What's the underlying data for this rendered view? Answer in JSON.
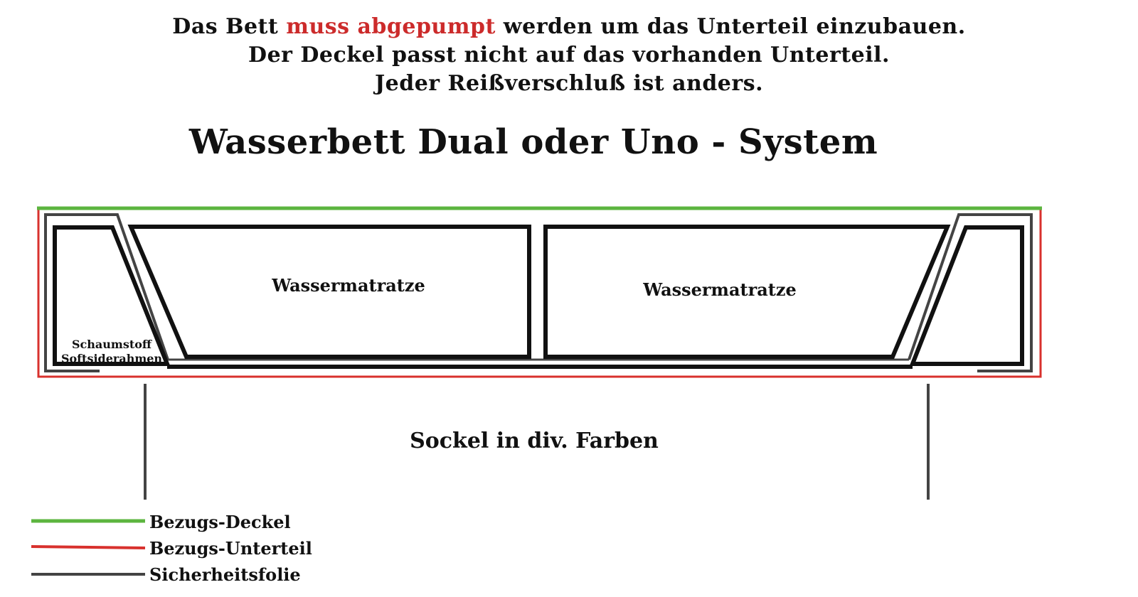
{
  "notes": {
    "line1_before": "Das Bett",
    "line1_highlight": "muss abgepumpt",
    "line1_after": "werden um das Unterteil einzubauen.",
    "line2": "Der Deckel passt nicht auf das vorhanden Unterteil.",
    "line3": "Jeder Reißverschluß ist anders."
  },
  "title": "Wasserbett Dual oder Uno - System",
  "labels": {
    "mattress_left": "Wassermatratze",
    "mattress_right": "Wassermatratze",
    "foam_line1": "Schaumstoff",
    "foam_line2": "Softsiderahmen",
    "base": "Sockel in div. Farben"
  },
  "legend": [
    {
      "label": "Bezugs-Deckel",
      "color": "#5cb53f"
    },
    {
      "label": "Bezugs-Unterteil",
      "color": "#d8312d"
    },
    {
      "label": "Sicherheitsfolie",
      "color": "#444444"
    }
  ],
  "colors": {
    "warning": "#cc2b2b",
    "outline": "#111111"
  }
}
